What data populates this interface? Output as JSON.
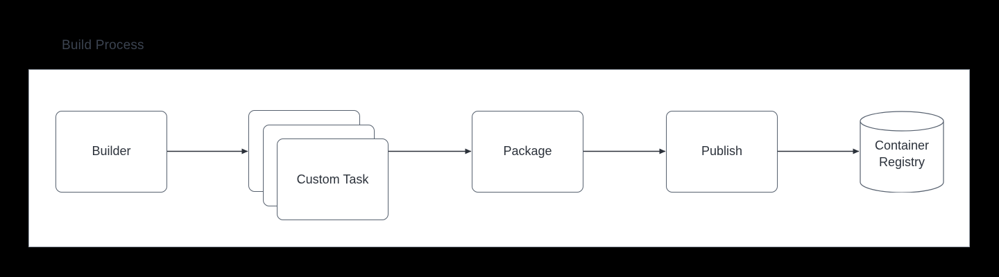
{
  "diagram": {
    "title": "Build Process",
    "type": "flowchart",
    "orientation": "left-to-right",
    "background_color": "#000000",
    "container_fill": "#ffffff",
    "container_border_color": "#9aa2ad",
    "node_border_color": "#56606e",
    "node_text_color": "#2b313a",
    "title_color": "#3b4350",
    "edge_color": "#2b313a",
    "nodes": [
      {
        "id": "builder",
        "label": "Builder",
        "shape": "rounded-rectangle"
      },
      {
        "id": "custom-task-back",
        "label": "Custom Task",
        "shape": "rounded-rectangle"
      },
      {
        "id": "custom-task-middle",
        "label": "Custom Task",
        "shape": "rounded-rectangle"
      },
      {
        "id": "custom-task-front",
        "label": "Custom Task",
        "shape": "rounded-rectangle"
      },
      {
        "id": "package",
        "label": "Package",
        "shape": "rounded-rectangle"
      },
      {
        "id": "publish",
        "label": "Publish",
        "shape": "rounded-rectangle"
      },
      {
        "id": "container-registry",
        "label": "Container Registry",
        "shape": "cylinder",
        "label_line_1": "Container",
        "label_line_2": "Registry"
      }
    ],
    "edges": [
      {
        "from": "builder",
        "to": "custom-task-back",
        "arrow": "single"
      },
      {
        "from": "custom-task-front",
        "to": "package",
        "arrow": "single"
      },
      {
        "from": "package",
        "to": "publish",
        "arrow": "single"
      },
      {
        "from": "publish",
        "to": "container-registry",
        "arrow": "single"
      }
    ]
  }
}
